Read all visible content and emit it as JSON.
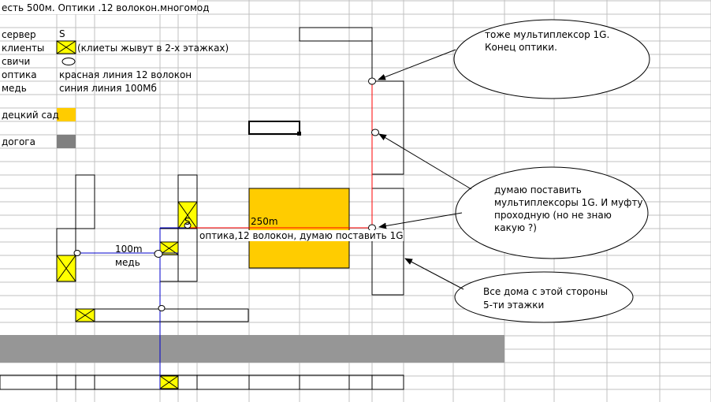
{
  "sheet": {
    "title": "есть 500м. Оптики .12 волокон.многомод",
    "colors": {
      "grid": "#c0c0c0",
      "kindergarten": "#ffcc00",
      "road": "#969696",
      "optic": "#ff0000",
      "copper": "#0000cc",
      "client": "#ffff00"
    }
  },
  "legend": {
    "server": {
      "label": "сервер",
      "value": "S"
    },
    "clients": {
      "label": "клиенты",
      "value": "(клиеты жывут в 2-х этажках)"
    },
    "switches": {
      "label": "свичи"
    },
    "optics": {
      "label": "оптика",
      "value": "красная линия 12 волокон"
    },
    "copper": {
      "label": "медь",
      "value": "синия линия 100Мб"
    },
    "kindergarten": {
      "label": "децкий сад"
    },
    "road": {
      "label": "догога"
    }
  },
  "map": {
    "server_label": "S",
    "distance_optic": "250m",
    "optic_note": "оптика,12 волокон, думаю поставить 1G",
    "distance_copper": "100m",
    "copper_label": "медь"
  },
  "callouts": [
    {
      "lines": [
        "тоже мультиплексор 1G.",
        "Конец оптики."
      ]
    },
    {
      "lines": [
        "думаю поставить",
        "мультиплексоры 1G. И муфту",
        "проходную (но не знаю",
        "какую ?)"
      ]
    },
    {
      "lines": [
        "Все дома с этой стороны",
        "5-ти этажки"
      ]
    }
  ]
}
